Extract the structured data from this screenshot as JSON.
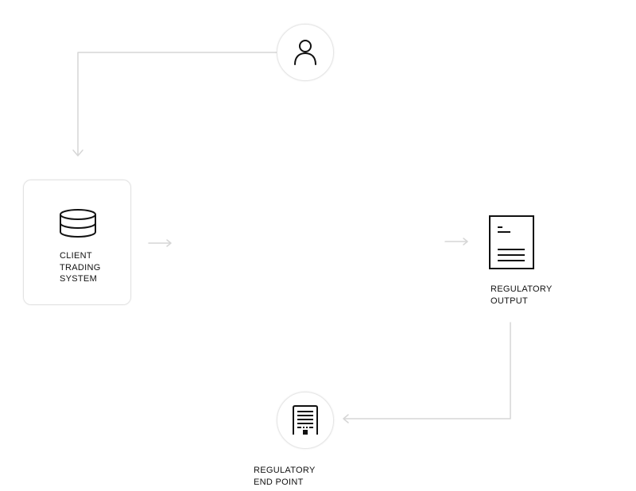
{
  "nodes": {
    "user": {
      "icon": "user-icon"
    },
    "client_trading_system": {
      "icon": "database-icon",
      "label_lines": [
        "CLIENT",
        "TRADING",
        "SYSTEM"
      ]
    },
    "regulatory_output": {
      "icon": "document-icon",
      "label_lines": [
        "REGULATORY",
        "OUTPUT"
      ]
    },
    "regulatory_end_point": {
      "icon": "server-icon",
      "label_lines": [
        "REGULATORY",
        "END POINT"
      ]
    }
  },
  "colors": {
    "stroke": "#111111",
    "connector": "#d6d6d6",
    "card_border": "#e3e3e3"
  }
}
